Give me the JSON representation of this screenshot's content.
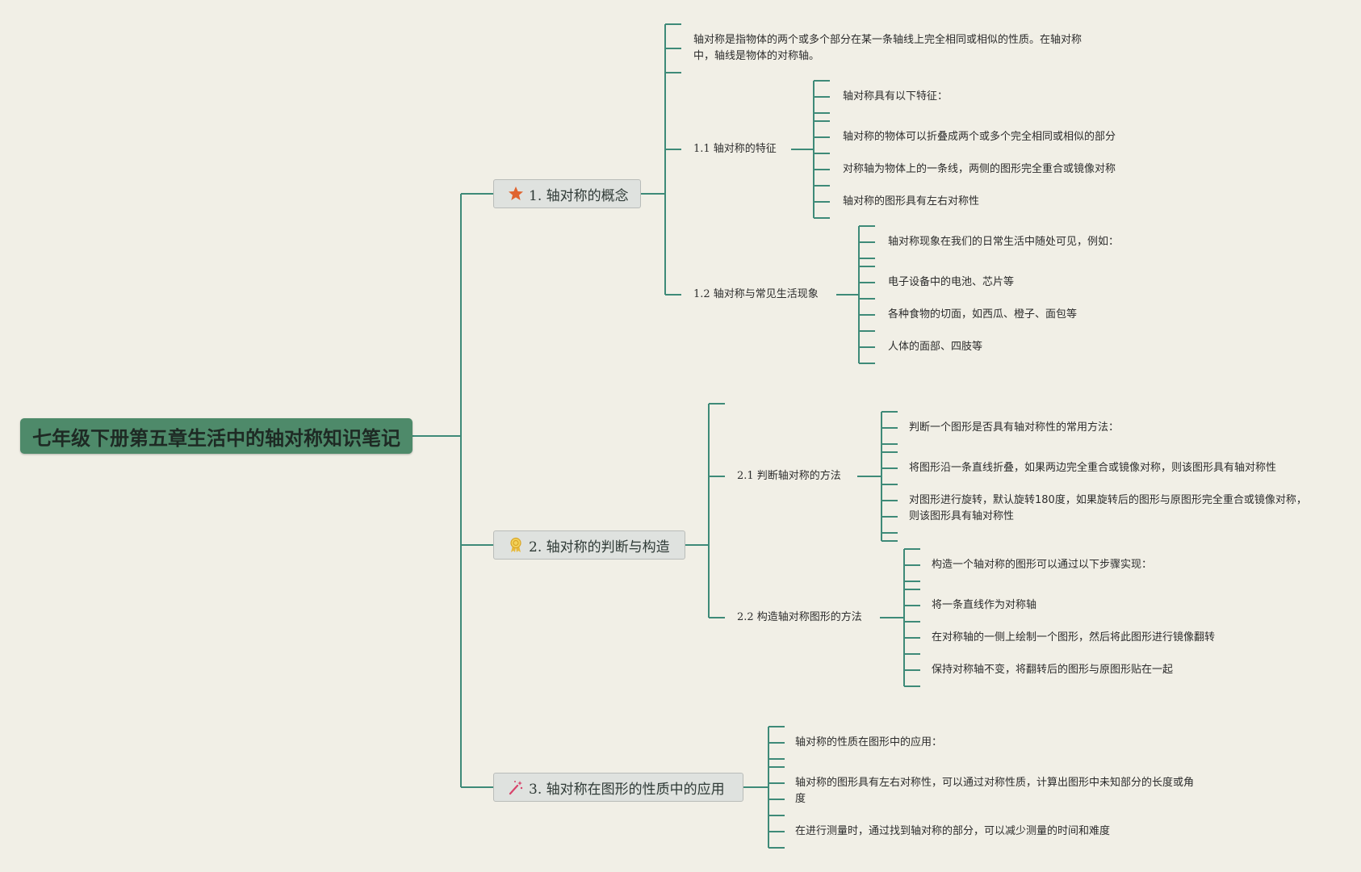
{
  "root": {
    "title": "七年级下册第五章生活中的轴对称知识笔记"
  },
  "branches": [
    {
      "label": "1. 轴对称的概念",
      "icon": "star-icon",
      "intro": "轴对称是指物体的两个或多个部分在某一条轴线上完全相同或相似的性质。在轴对称中，轴线是物体的对称轴。",
      "subs": [
        {
          "label": "1.1 轴对称的特征",
          "items": [
            "轴对称具有以下特征：",
            "轴对称的物体可以折叠成两个或多个完全相同或相似的部分",
            "对称轴为物体上的一条线，两侧的图形完全重合或镜像对称",
            "轴对称的图形具有左右对称性"
          ]
        },
        {
          "label": "1.2 轴对称与常见生活现象",
          "items": [
            "轴对称现象在我们的日常生活中随处可见，例如：",
            "电子设备中的电池、芯片等",
            "各种食物的切面，如西瓜、橙子、面包等",
            "人体的面部、四肢等"
          ]
        }
      ]
    },
    {
      "label": "2. 轴对称的判断与构造",
      "icon": "award-ribbon-icon",
      "subs": [
        {
          "label": "2.1 判断轴对称的方法",
          "items": [
            "判断一个图形是否具有轴对称性的常用方法：",
            "将图形沿一条直线折叠，如果两边完全重合或镜像对称，则该图形具有轴对称性",
            "对图形进行旋转，默认旋转180度，如果旋转后的图形与原图形完全重合或镜像对称，则该图形具有轴对称性"
          ]
        },
        {
          "label": "2.2 构造轴对称图形的方法",
          "items": [
            "构造一个轴对称的图形可以通过以下步骤实现：",
            "将一条直线作为对称轴",
            "在对称轴的一侧上绘制一个图形，然后将此图形进行镜像翻转",
            "保持对称轴不变，将翻转后的图形与原图形贴在一起"
          ]
        }
      ]
    },
    {
      "label": "3. 轴对称在图形的性质中的应用",
      "icon": "magic-wand-icon",
      "items": [
        "轴对称的性质在图形中的应用：",
        "轴对称的图形具有左右对称性，可以通过对称性质，计算出图形中未知部分的长度或角度",
        "在进行测量时，通过找到轴对称的部分，可以减少测量的时间和难度"
      ]
    }
  ],
  "colors": {
    "line": "#3e8a78",
    "root_bg": "#4e8a6a",
    "background": "#f1efe6"
  }
}
